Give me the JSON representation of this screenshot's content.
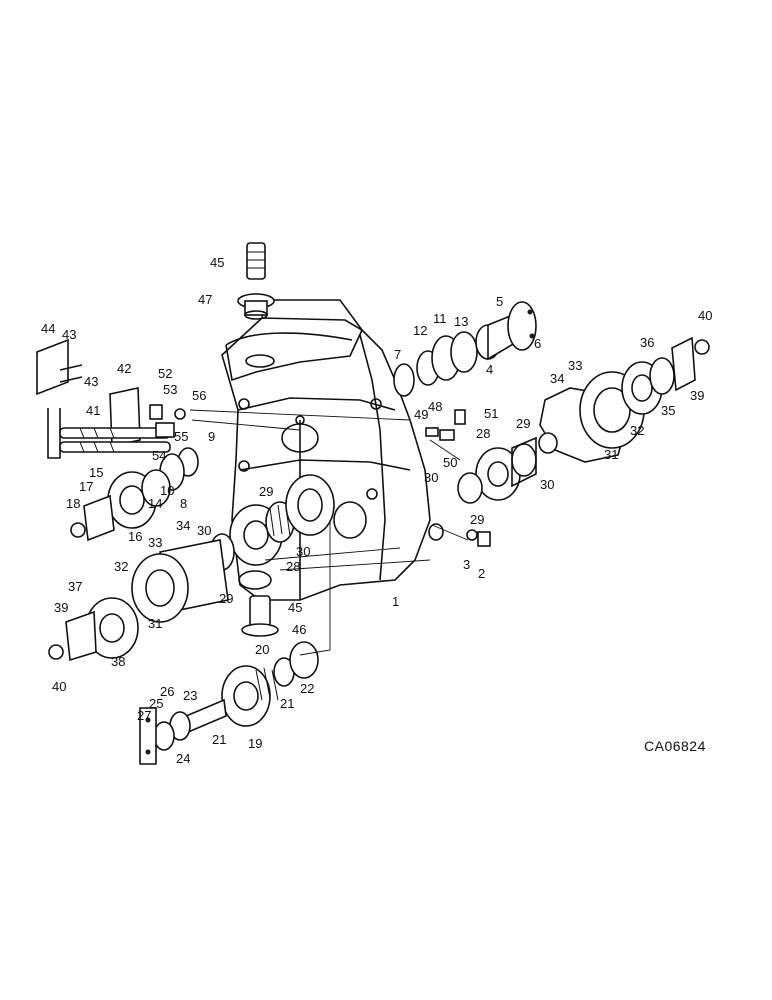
{
  "diagram": {
    "reference_code": "CA06824",
    "callouts": [
      "1",
      "2",
      "3",
      "4",
      "5",
      "6",
      "7",
      "8",
      "9",
      "10",
      "11",
      "12",
      "13",
      "14",
      "15",
      "16",
      "17",
      "18",
      "19",
      "20",
      "21",
      "21",
      "22",
      "23",
      "24",
      "25",
      "26",
      "27",
      "28",
      "28",
      "29",
      "29",
      "29",
      "29",
      "30",
      "30",
      "30",
      "30",
      "31",
      "31",
      "32",
      "32",
      "33",
      "33",
      "34",
      "34",
      "35",
      "36",
      "37",
      "38",
      "39",
      "39",
      "40",
      "40",
      "41",
      "42",
      "43",
      "43",
      "44",
      "45",
      "45",
      "46",
      "47",
      "48",
      "49",
      "50",
      "51",
      "52",
      "53",
      "54",
      "55",
      "56"
    ]
  }
}
